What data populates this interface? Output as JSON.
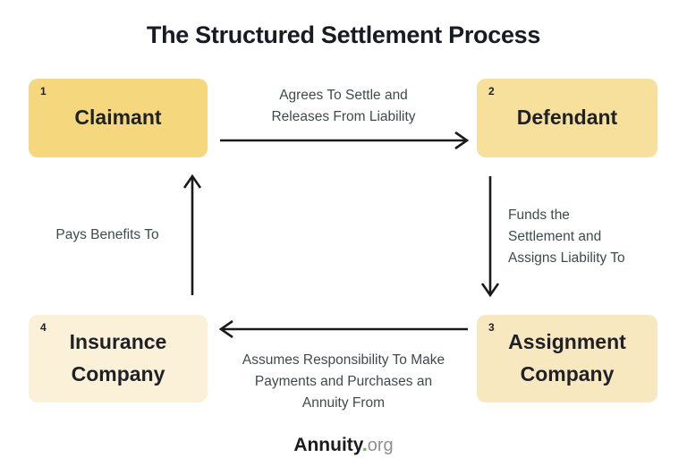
{
  "title": "The Structured Settlement Process",
  "nodes": [
    {
      "number": "1",
      "label": "Claimant",
      "color": "#f5d87d"
    },
    {
      "number": "2",
      "label": "Defendant",
      "color": "#f7e09b"
    },
    {
      "number": "3",
      "label": "Assignment Company",
      "color": "#f8e8c0"
    },
    {
      "number": "4",
      "label": "Insurance Company",
      "color": "#fbf1d9"
    }
  ],
  "edges": [
    {
      "from": "Claimant",
      "to": "Defendant",
      "direction": "right",
      "lines": [
        "Agrees To Settle and",
        "Releases From Liability"
      ]
    },
    {
      "from": "Defendant",
      "to": "Assignment Company",
      "direction": "down",
      "lines": [
        "Funds the",
        "Settlement and",
        "Assigns Liability To"
      ]
    },
    {
      "from": "Assignment Company",
      "to": "Insurance Company",
      "direction": "left",
      "lines": [
        "Assumes Responsibility To Make",
        "Payments and Purchases an",
        "Annuity From"
      ]
    },
    {
      "from": "Insurance Company",
      "to": "Claimant",
      "direction": "up",
      "lines": [
        "Pays Benefits To"
      ]
    }
  ],
  "colors": {
    "arrow": "#1a1a1a",
    "edge_label_text": "#3e4b4d",
    "box_text": "#1f2127",
    "brand_dot_green": "#5cbf3f",
    "brand_tld_gray": "#909090"
  },
  "footer": {
    "brand": "Annuity",
    "dot": ".",
    "tld": "org"
  }
}
